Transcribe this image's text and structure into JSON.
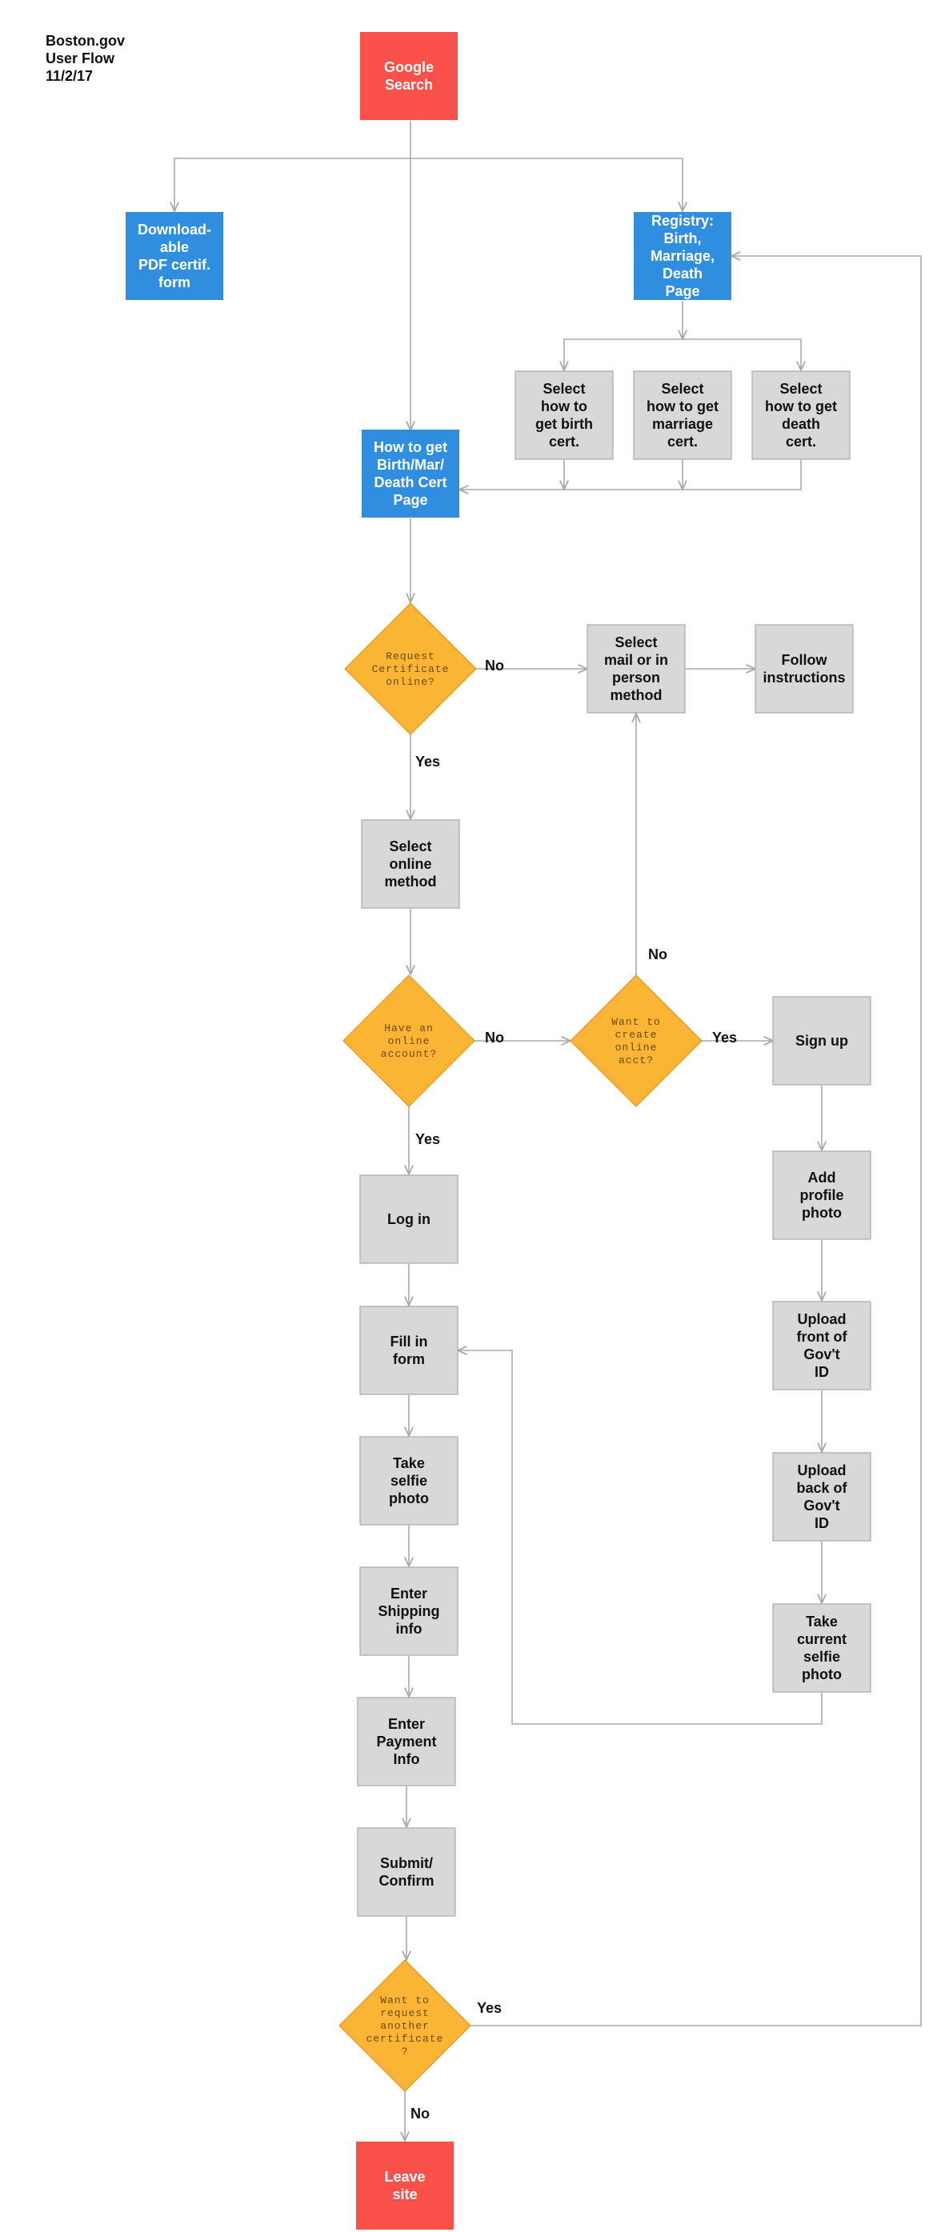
{
  "header": {
    "lines": [
      "Boston.gov",
      "User Flow",
      "11/2/17"
    ]
  },
  "colors": {
    "terminal": "#f9504a",
    "page": "#2f8ee0",
    "process": "#d8d8d8",
    "process_stroke": "#a8a8a8",
    "decision": "#fbb433",
    "decision_stroke": "#d99622",
    "connector": "#a9a9a9"
  },
  "nodes": [
    {
      "id": "google",
      "kind": "terminal",
      "lines": [
        "Google",
        "Search"
      ]
    },
    {
      "id": "pdf",
      "kind": "page",
      "lines": [
        "Download-",
        "able",
        "PDF certif.",
        "form"
      ]
    },
    {
      "id": "registry",
      "kind": "page",
      "lines": [
        "Registry:",
        "Birth,",
        "Marriage,",
        "Death",
        "Page"
      ]
    },
    {
      "id": "sel_birth",
      "kind": "process",
      "lines": [
        "Select",
        "how to",
        "get birth",
        "cert."
      ]
    },
    {
      "id": "sel_marr",
      "kind": "process",
      "lines": [
        "Select",
        "how to get",
        "marriage",
        "cert."
      ]
    },
    {
      "id": "sel_death",
      "kind": "process",
      "lines": [
        "Select",
        "how to get",
        "death",
        "cert."
      ]
    },
    {
      "id": "howto",
      "kind": "page",
      "lines": [
        "How to get",
        "Birth/Mar/",
        "Death Cert",
        "Page"
      ]
    },
    {
      "id": "req_online",
      "kind": "decision",
      "lines": [
        "Request",
        "Certificate",
        "online?"
      ]
    },
    {
      "id": "mail_person",
      "kind": "process",
      "lines": [
        "Select",
        "mail or in",
        "person",
        "method"
      ]
    },
    {
      "id": "follow",
      "kind": "process",
      "lines": [
        "Follow",
        "instructions"
      ]
    },
    {
      "id": "sel_online",
      "kind": "process",
      "lines": [
        "Select",
        "online",
        "method"
      ]
    },
    {
      "id": "have_acct",
      "kind": "decision",
      "lines": [
        "Have an",
        "online",
        "account?"
      ]
    },
    {
      "id": "want_acct",
      "kind": "decision",
      "lines": [
        "Want to",
        "create",
        "online",
        "acct?"
      ]
    },
    {
      "id": "signup",
      "kind": "process",
      "lines": [
        "Sign up"
      ]
    },
    {
      "id": "login",
      "kind": "process",
      "lines": [
        "Log in"
      ]
    },
    {
      "id": "profile",
      "kind": "process",
      "lines": [
        "Add",
        "profile",
        "photo"
      ]
    },
    {
      "id": "fill",
      "kind": "process",
      "lines": [
        "Fill in",
        "form"
      ]
    },
    {
      "id": "up_front",
      "kind": "process",
      "lines": [
        "Upload",
        "front of",
        "Gov't",
        "ID"
      ]
    },
    {
      "id": "selfie",
      "kind": "process",
      "lines": [
        "Take",
        "selfie",
        "photo"
      ]
    },
    {
      "id": "up_back",
      "kind": "process",
      "lines": [
        "Upload",
        "back of",
        "Gov't",
        "ID"
      ]
    },
    {
      "id": "shipping",
      "kind": "process",
      "lines": [
        "Enter",
        "Shipping",
        "info"
      ]
    },
    {
      "id": "cur_selfie",
      "kind": "process",
      "lines": [
        "Take",
        "current",
        "selfie",
        "photo"
      ]
    },
    {
      "id": "payment",
      "kind": "process",
      "lines": [
        "Enter",
        "Payment",
        "Info"
      ]
    },
    {
      "id": "submit",
      "kind": "process",
      "lines": [
        "Submit/",
        "Confirm"
      ]
    },
    {
      "id": "another",
      "kind": "decision",
      "lines": [
        "Want to",
        "request",
        "another",
        "certificate",
        "?"
      ]
    },
    {
      "id": "leave",
      "kind": "terminal",
      "lines": [
        "Leave",
        "site"
      ]
    }
  ],
  "edge_labels": [
    {
      "id": "no1",
      "text": "No"
    },
    {
      "id": "yes1",
      "text": "Yes"
    },
    {
      "id": "no2",
      "text": "No"
    },
    {
      "id": "no3",
      "text": "No"
    },
    {
      "id": "yes2",
      "text": "Yes"
    },
    {
      "id": "yes3",
      "text": "Yes"
    },
    {
      "id": "yes4",
      "text": "Yes"
    },
    {
      "id": "no4",
      "text": "No"
    }
  ]
}
